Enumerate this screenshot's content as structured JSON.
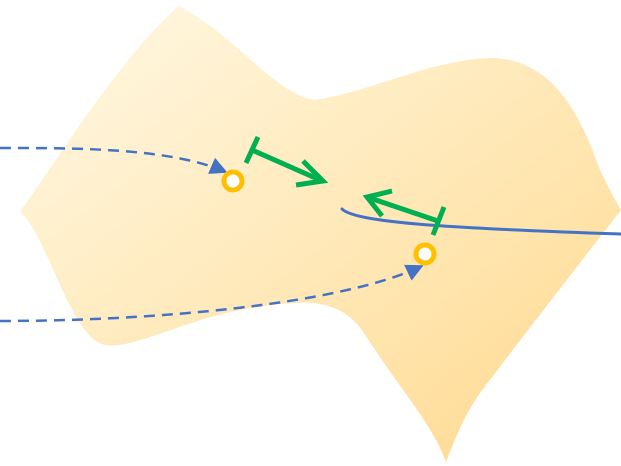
{
  "colors": {
    "background": "#ffffff",
    "region_light": "#fff9e6",
    "region_dark": "#ffd98e",
    "trajectory": "#4472c4",
    "marker": "#ffc000",
    "vector": "#00b050"
  },
  "elements": {
    "region": "shaded region",
    "dashed_trajectories": 2,
    "solid_trajectories": 1,
    "endpoint_markers": 2,
    "direction_vectors": 2
  }
}
